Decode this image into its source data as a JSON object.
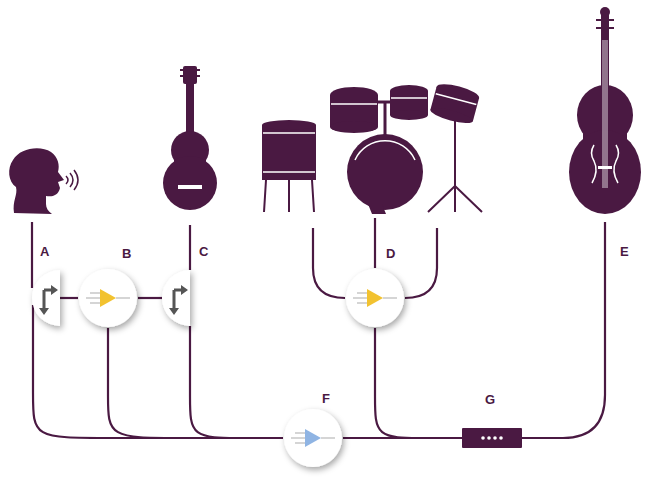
{
  "diagram": {
    "nodes": [
      {
        "text": [
          "A"
        ]
      },
      {
        "text": [
          "B"
        ]
      },
      {
        "text": [
          "C"
        ]
      },
      {
        "text": [
          "D"
        ]
      },
      {
        "text": [
          "F"
        ]
      },
      {
        "text": [
          "G"
        ]
      }
    ],
    "edges": [
      {
        "from": 0,
        "to": 1,
        "arrow": "none"
      },
      {
        "from": 1,
        "to": 2,
        "arrow": "none"
      },
      {
        "from": 0,
        "to": 4,
        "arrow": "none"
      },
      {
        "from": 1,
        "to": 4,
        "arrow": "none"
      },
      {
        "from": 2,
        "to": 4,
        "arrow": "none"
      },
      {
        "from": 3,
        "to": 5,
        "arrow": "none"
      },
      {
        "from": 5,
        "to": 4,
        "arrow": "none"
      }
    ],
    "labels": [
      "E"
    ]
  }
}
